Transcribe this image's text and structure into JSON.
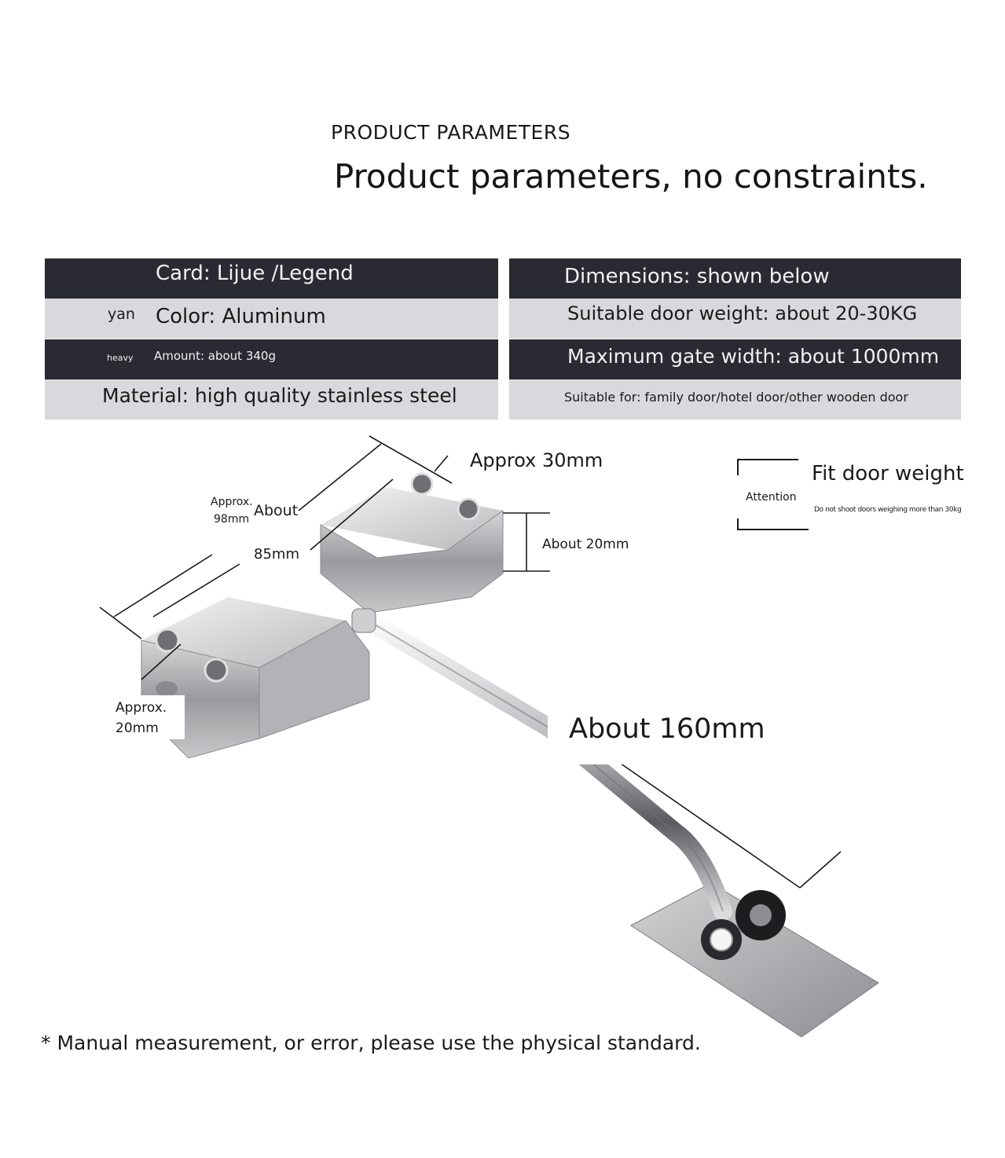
{
  "header": {
    "title_small": "PRODUCT PARAMETERS",
    "title_large": "Product parameters, no constraints."
  },
  "params_left": {
    "row1_label": "Card: Lijue /Legend",
    "row2_prefix": "yan",
    "row2_label": "Color: Aluminum",
    "row3_prefix": "heavy",
    "row3_label": "Amount: about 340g",
    "row4_label": "Material: high quality stainless steel"
  },
  "params_right": {
    "row1_label": "Dimensions: shown below",
    "row2_label": "Suitable door weight: about 20-30KG",
    "row3_label": "Maximum gate width: about 1000mm",
    "row4_label": "Suitable for: family door/hotel door/other wooden door"
  },
  "dimensions": {
    "approx_30mm": "Approx 30mm",
    "approx_98mm_line1": "Approx.",
    "approx_98mm_line2": "98mm",
    "about_85mm_line1": "About",
    "about_85mm_line2": "85mm",
    "about_20mm": "About 20mm",
    "approx_20mm_line1": "Approx.",
    "approx_20mm_line2": "20mm",
    "about_160mm": "About 160mm"
  },
  "attention": {
    "label": "Attention",
    "title": "Fit door weight",
    "note": "Do not shoot doors weighing more than 30kg"
  },
  "footnote": "* Manual measurement, or error, please use the physical standard."
}
